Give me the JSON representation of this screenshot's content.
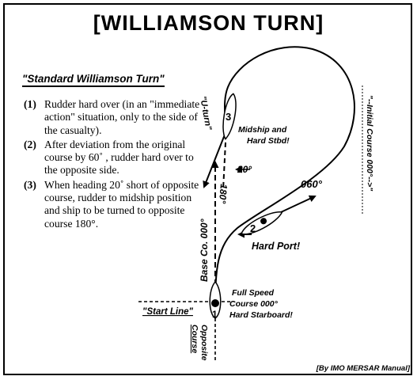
{
  "title": "[WILLIAMSON TURN]",
  "subtitle": "\"Standard Williamson Turn\"",
  "steps": [
    {
      "num": "(1)",
      "text": "Rudder hard over (in an \"immediate action\" situation, only to the side of the casualty)."
    },
    {
      "num": "(2)",
      "text": "After deviation from the original course by 60˚ , rudder hard over to the opposite side."
    },
    {
      "num": "(3)",
      "text": "When heading 20˚ short of opposite course, rudder to midship position and ship to be turned to opposite course 180°."
    }
  ],
  "diagram": {
    "uturn": "\"U-turn\"",
    "midship": [
      "Midship and",
      "Hard Stbd!"
    ],
    "angle_20": "20°",
    "heading_180": "180°",
    "heading_060": "060°",
    "initial_course": "\"--Initial Course 000°-->\"",
    "base_course": "Base Co. 000°",
    "hard_port": "Hard Port!",
    "start_line": "\"Start Line\"",
    "full_speed": [
      "Full Speed",
      "Course 000°",
      "Hard Starboard!"
    ],
    "opposite_course": [
      "Opposite",
      "Course"
    ],
    "ship_numbers": [
      "1",
      "2",
      "3"
    ]
  },
  "credit": "[By IMO MERSAR Manual]"
}
